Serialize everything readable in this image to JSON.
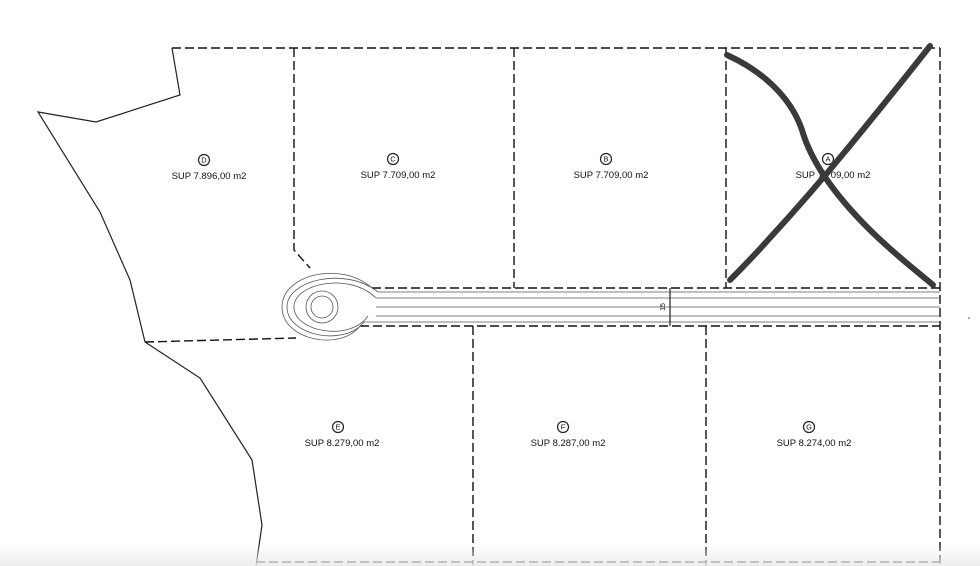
{
  "lots": [
    {
      "id": "D",
      "letter": "D",
      "area": "SUP 7.896,00 m2"
    },
    {
      "id": "C",
      "letter": "C",
      "area": "SUP 7.709,00 m2"
    },
    {
      "id": "B",
      "letter": "B",
      "area": "SUP 7.709,00 m2"
    },
    {
      "id": "A",
      "letter": "A",
      "area": "SUP 7.709,00 m2",
      "crossed_out": true
    },
    {
      "id": "E",
      "letter": "E",
      "area": "SUP 8.279,00 m2"
    },
    {
      "id": "F",
      "letter": "F",
      "area": "SUP 8.287,00 m2"
    },
    {
      "id": "G",
      "letter": "G",
      "area": "SUP 8.274,00 m2"
    }
  ],
  "road": {
    "width_label": "15"
  },
  "colors": {
    "lines": "#111111",
    "cross": "#3a3a3a",
    "background": "#ffffff"
  }
}
